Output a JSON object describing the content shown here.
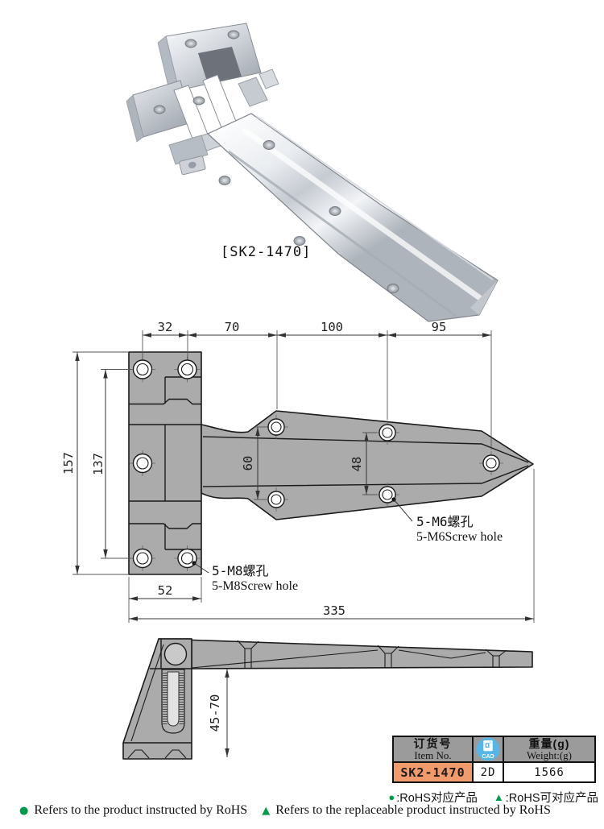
{
  "product": {
    "photo_label": "[SK2-1470]"
  },
  "top_view": {
    "dims_top": [
      "32",
      "70",
      "100",
      "95"
    ],
    "dim_height_total": "157",
    "dim_height_holes": "137",
    "dim_blade_front": "60",
    "dim_blade_rear": "48",
    "dim_plate_width": "52",
    "dim_total_length": "335",
    "callout_m6_zh": "5-M6螺孔",
    "callout_m6_en": "5-M6Screw hole",
    "callout_m8_zh": "5-M8螺孔",
    "callout_m8_en": "5-M8Screw hole"
  },
  "side_view": {
    "dim_height": "45-70"
  },
  "table": {
    "header": {
      "item_zh": "订货号",
      "item_en": "Item No.",
      "cad_icon": "CAD",
      "weight_zh": "重量(g)",
      "weight_en": "Weight:(g)"
    },
    "row": {
      "item_no": "SK2-1470",
      "cad": "2D",
      "weight": "1566"
    }
  },
  "footer": {
    "zh_dot_sym": "●",
    "zh_dot_text": ":RoHS对应产品",
    "zh_tri_sym": "▲",
    "zh_tri_text": ":RoHS可对应产品",
    "en_dot_sym": "●",
    "en_dot_text": "Refers to the product instructed by RoHS",
    "en_tri_sym": "▲",
    "en_tri_text": "Refers to the replaceable product instructed by RoHS"
  },
  "colors": {
    "drawing_gray": "#ababab",
    "table_header_gray": "#9b9b9b",
    "item_orange": "#f19a6b",
    "cad_blue": "#56b6e7",
    "rohs_green": "#009b48"
  }
}
